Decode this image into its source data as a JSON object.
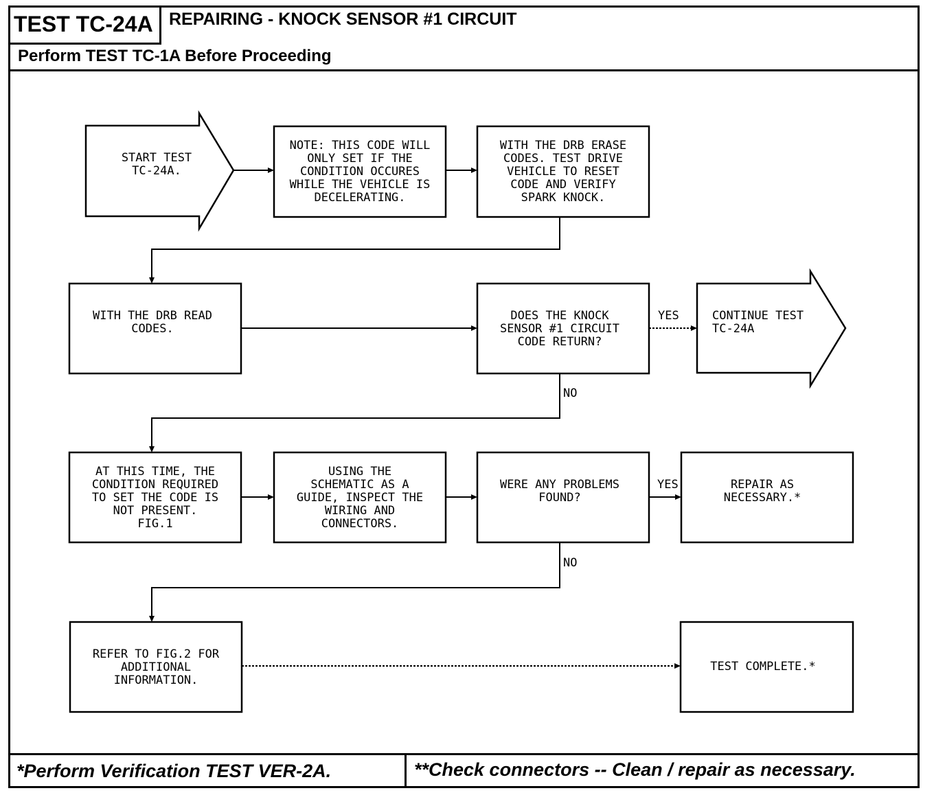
{
  "header": {
    "test_id": "TEST TC-24A",
    "title": "REPAIRING - KNOCK SENSOR #1 CIRCUIT",
    "subtitle": "Perform TEST TC-1A Before Proceeding"
  },
  "nodes": {
    "start": [
      "START TEST",
      "TC-24A."
    ],
    "note": [
      "NOTE: THIS CODE WILL",
      "ONLY SET IF THE",
      "CONDITION OCCURES",
      "WHILE THE VEHICLE IS",
      "DECELERATING."
    ],
    "erase": [
      "WITH THE DRB ERASE",
      "CODES. TEST DRIVE",
      "VEHICLE TO RESET",
      "CODE AND VERIFY",
      "SPARK KNOCK."
    ],
    "read": [
      "WITH THE DRB READ",
      "CODES."
    ],
    "does_return": [
      "DOES THE KNOCK",
      "SENSOR #1 CIRCUIT",
      "CODE RETURN?"
    ],
    "continue": [
      "CONTINUE TEST",
      "TC-24A"
    ],
    "at_this_time": [
      "AT THIS TIME, THE",
      "CONDITION REQUIRED",
      "TO SET THE CODE IS",
      "NOT PRESENT.",
      "FIG.1"
    ],
    "using": [
      "USING THE",
      "SCHEMATIC AS A",
      "GUIDE, INSPECT THE",
      "WIRING AND",
      "CONNECTORS."
    ],
    "problems": [
      "WERE ANY PROBLEMS",
      "FOUND?"
    ],
    "repair": [
      "REPAIR AS",
      "NECESSARY.*"
    ],
    "refer": [
      "REFER TO FIG.2 FOR",
      "ADDITIONAL",
      "INFORMATION."
    ],
    "complete": [
      "TEST COMPLETE.*"
    ]
  },
  "labels": {
    "yes1": "YES",
    "no1": "NO",
    "yes2": "YES",
    "no2": "NO"
  },
  "footer": {
    "left": "*Perform Verification TEST VER-2A.",
    "right": "**Check connectors -- Clean / repair as necessary."
  }
}
